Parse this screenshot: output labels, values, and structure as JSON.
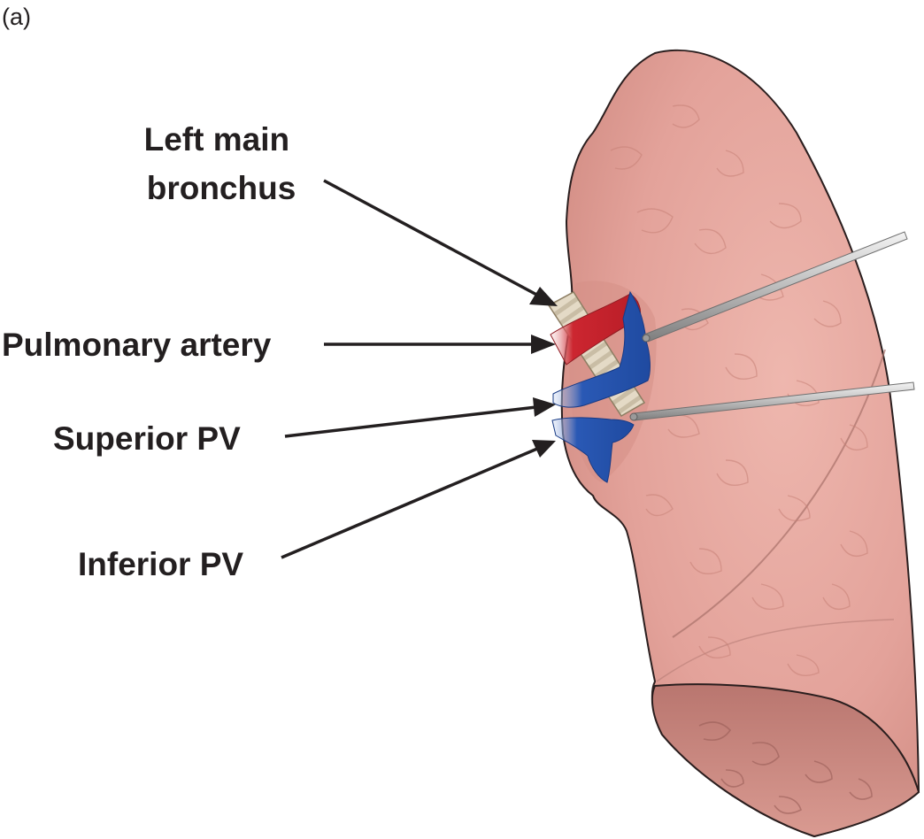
{
  "figure": {
    "panel_label": "(a)",
    "labels": {
      "left_main_bronchus": [
        "Left main",
        "bronchus"
      ],
      "pulmonary_artery": "Pulmonary artery",
      "superior_pv": "Superior PV",
      "inferior_pv": "Inferior PV"
    }
  },
  "colors": {
    "lung_fill": "#e3a29a",
    "lung_outline": "#2a1e1e",
    "artery": "#cc2630",
    "vein": "#2a59b5",
    "bronchus": "#e2d8c2",
    "probe": "#c7c7c7",
    "text": "#231f20"
  }
}
